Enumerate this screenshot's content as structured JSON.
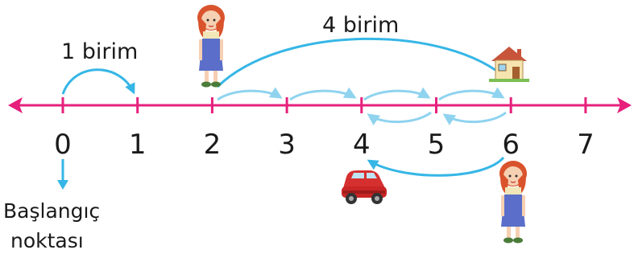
{
  "number_line": {
    "ticks": [
      "0",
      "1",
      "2",
      "3",
      "4",
      "5",
      "6",
      "7"
    ],
    "line_color": "#e6207c",
    "arrow_color": "#36b6e6"
  },
  "labels": {
    "one_unit": "1 birim",
    "four_units": "4 birim",
    "start_line1": "Başlangıç",
    "start_line2": "noktası"
  },
  "icons": {
    "house": "house-icon",
    "car": "red-car-icon",
    "girl": "girl-figure"
  }
}
